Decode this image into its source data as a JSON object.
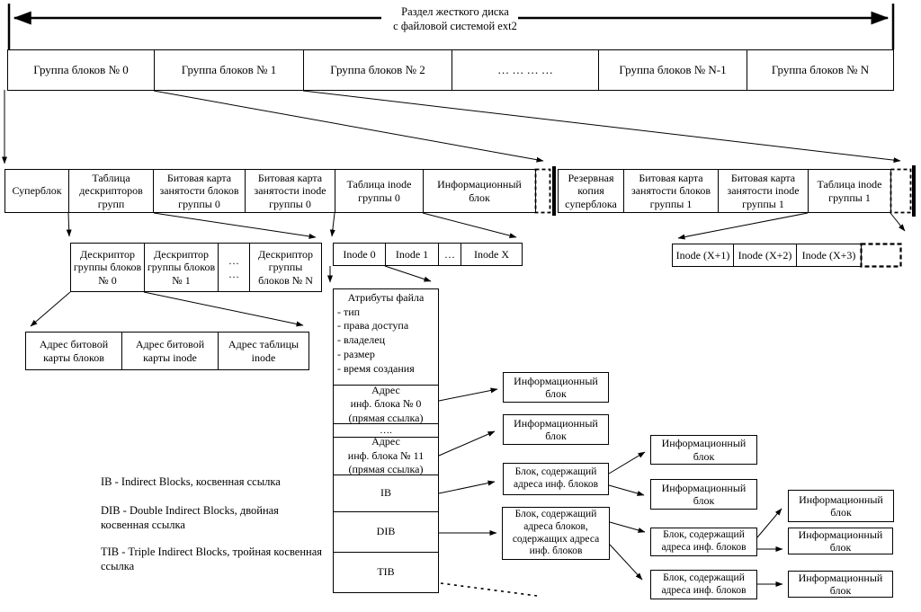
{
  "title": {
    "line1": "Раздел жесткого диска",
    "line2": "с файловой системой ext2"
  },
  "groups": [
    "Группа блоков № 0",
    "Группа блоков № 1",
    "Группа блоков № 2",
    "… … … …",
    "Группа блоков № N-1",
    "Группа блоков № N"
  ],
  "group0_layout": [
    "Суперблок",
    "Таблица дескрипторов групп",
    "Битовая карта занятости блоков группы 0",
    "Битовая карта занятости inode группы 0",
    "Таблица inode группы 0",
    "Информационный блок"
  ],
  "group1_layout": [
    "Резервная копия суперблока",
    "Битовая карта занятости блоков группы 1",
    "Битовая карта занятости inode группы 1",
    "Таблица inode группы 1"
  ],
  "descriptors": [
    "Дескриптор группы блоков № 0",
    "Дескриптор группы блоков № 1",
    "…\n…",
    "Дескриптор группы блоков № N"
  ],
  "inodes_g0": [
    "Inode 0",
    "Inode 1",
    "…",
    "Inode X"
  ],
  "inodes_g1": [
    "Inode (X+1)",
    "Inode (X+2)",
    "Inode (X+3)"
  ],
  "descriptor_fields": [
    "Адрес битовой карты блоков",
    "Адрес битовой карты inode",
    "Адрес таблицы inode"
  ],
  "inode_struct": {
    "attributes_title": "Атрибуты файла",
    "attr_items": [
      "- тип",
      "- права доступа",
      "- владелец",
      "- размер",
      "- время создания"
    ],
    "direct0": "Адрес\nинф. блока № 0\n(прямая ссылка)",
    "dots": "….",
    "direct11": "Адрес\nинф. блока № 11\n(прямая ссылка)",
    "ib": "IB",
    "dib": "DIB",
    "tib": "TIB"
  },
  "blocks": {
    "info": "Информационный блок",
    "indirect": "Блок, содержащий адреса инф. блоков",
    "double_indirect": "Блок, содержащий адреса блоков, содержащих адреса инф. блоков"
  },
  "legend": [
    "IB - Indirect Blocks, косвенная ссылка",
    "DIB - Double Indirect Blocks, двойная косвенная ссылка",
    "TIB - Triple Indirect Blocks, тройная косвенная ссылка"
  ],
  "colors": {
    "ink": "#000000",
    "background": "#ffffff"
  }
}
